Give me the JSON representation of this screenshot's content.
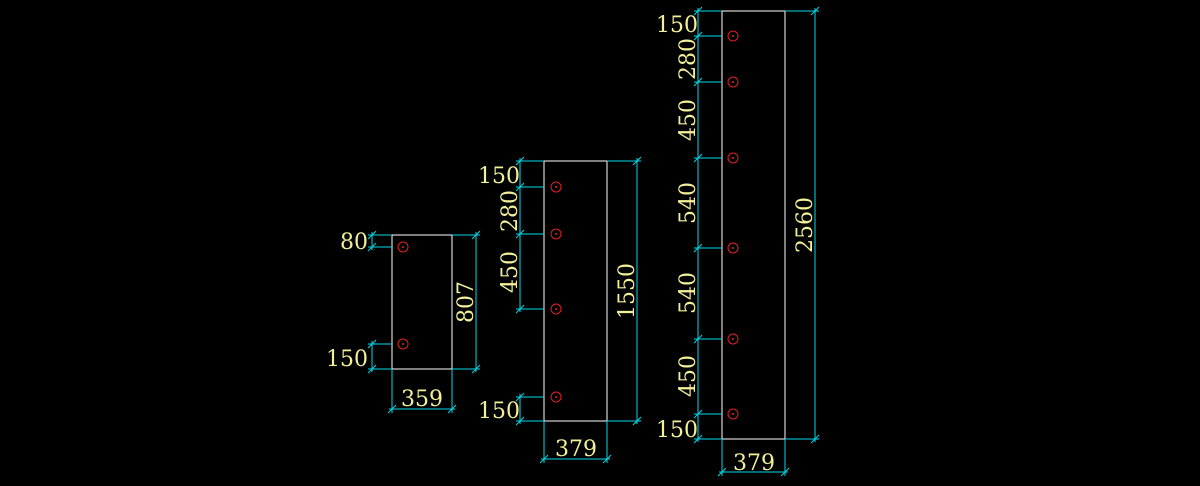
{
  "colors": {
    "background": "#000000",
    "outline": "#ffffff",
    "dimension_line": "#00d7e6",
    "dimension_text": "#f2f098",
    "hole": "#e02020"
  },
  "panels": [
    {
      "id": "panel-small",
      "width_label": "359",
      "height_label": "807",
      "segment_labels": [
        "80",
        "150"
      ]
    },
    {
      "id": "panel-medium",
      "width_label": "379",
      "height_label": "1550",
      "segment_labels": [
        "150",
        "280",
        "450",
        "150"
      ]
    },
    {
      "id": "panel-large",
      "width_label": "379",
      "height_label": "2560",
      "segment_labels": [
        "150",
        "280",
        "450",
        "540",
        "540",
        "450",
        "150"
      ]
    }
  ]
}
